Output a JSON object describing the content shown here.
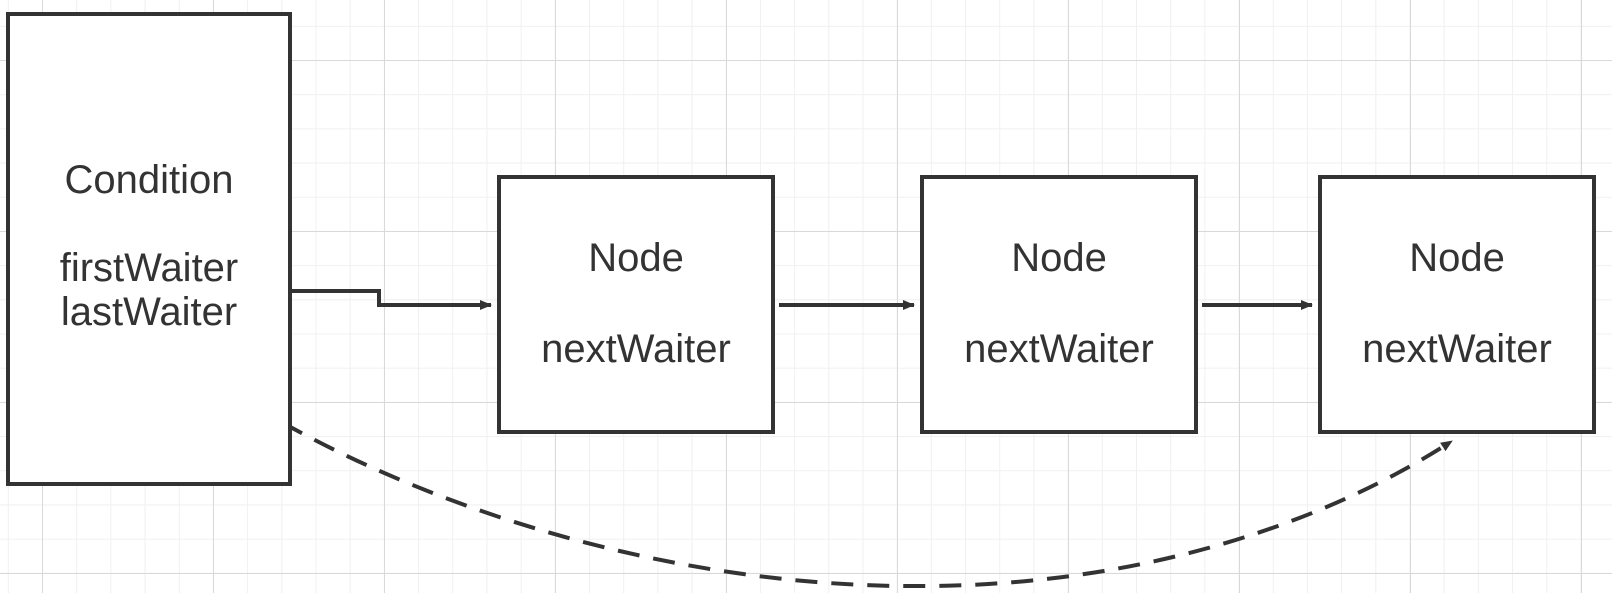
{
  "condition": {
    "title": "Condition",
    "first_field": "firstWaiter",
    "last_field": "lastWaiter"
  },
  "nodes": [
    {
      "title": "Node",
      "field": "nextWaiter"
    },
    {
      "title": "Node",
      "field": "nextWaiter"
    },
    {
      "title": "Node",
      "field": "nextWaiter"
    }
  ],
  "colors": {
    "stroke": "#333333",
    "grid_major": "#d9d9d9",
    "grid_minor": "#f0f0f0",
    "background": "#ffffff"
  }
}
